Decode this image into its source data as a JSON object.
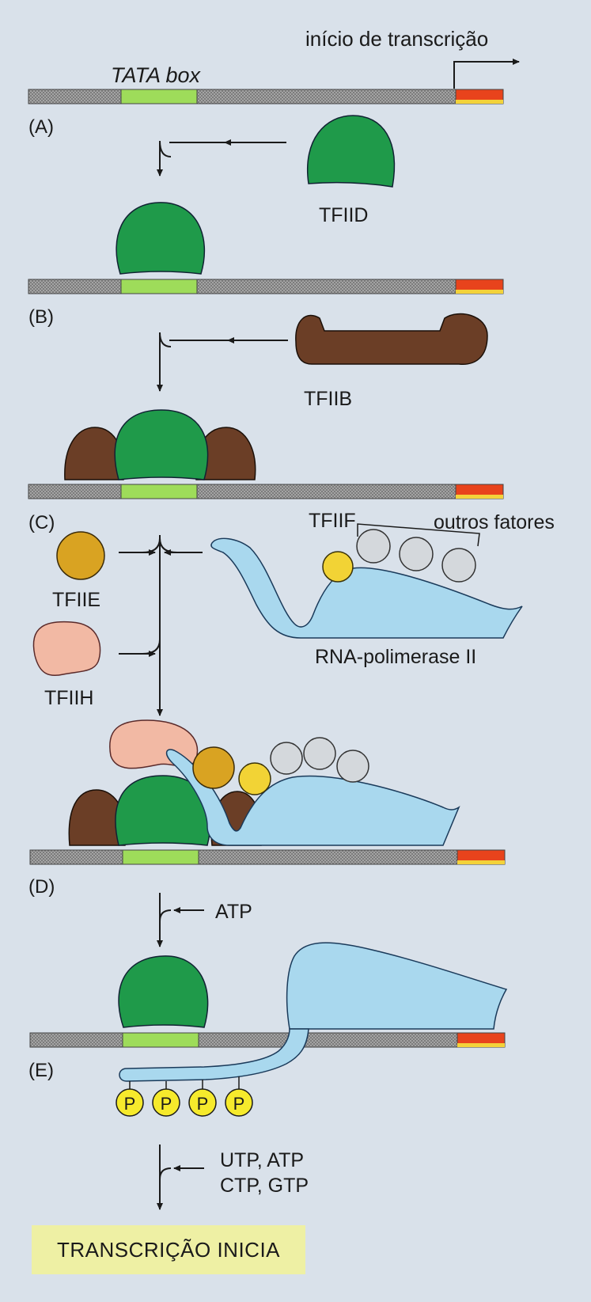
{
  "labels": {
    "tata_box": "TATA box",
    "start": "início de transcrição",
    "tfiid": "TFIID",
    "tfiib": "TFIIB",
    "tfiif": "TFIIF",
    "others": "outros fatores",
    "tfiie": "TFIIE",
    "tfiih": "TFIIH",
    "rnap": "RNA-polimerase II",
    "atp": "ATP",
    "ntp1": "UTP, ATP",
    "ntp2": "CTP, GTP",
    "phospho": "P",
    "final": "TRANSCRIÇÃO INICIA"
  },
  "steps": {
    "a": "(A)",
    "b": "(B)",
    "c": "(C)",
    "d": "(D)",
    "e": "(E)"
  },
  "colors": {
    "background": "#d9e1ea",
    "dna": "#8b8b8b",
    "tata": "#9edc5a",
    "gene": "#e8431c",
    "tfiid": "#1f9a4a",
    "tfiib": "#6b3e26",
    "tfiie": "#d9a322",
    "tfiih": "#f2b9a4",
    "polymerase": "#a9d8ee",
    "tfiif": "#f2d335",
    "others": "#d4d8dc",
    "phosphate": "#f6ea2c",
    "final_box": "#eef0a4"
  }
}
